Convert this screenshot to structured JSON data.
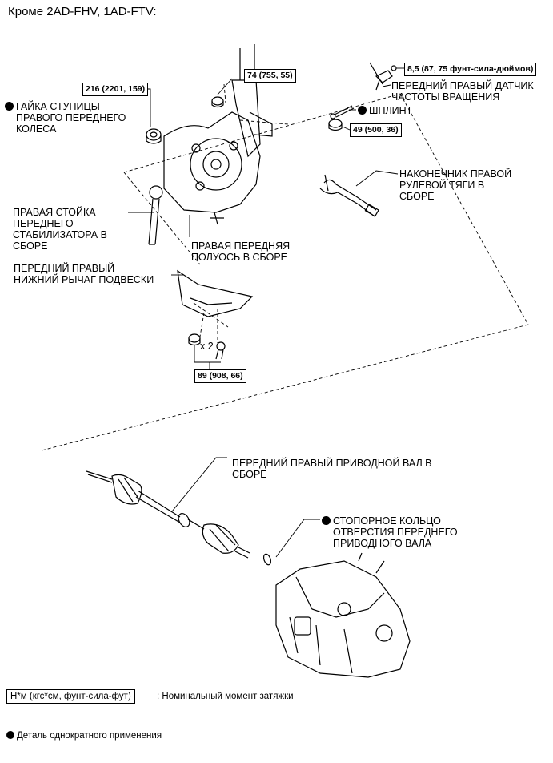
{
  "header": {
    "title": "Кроме 2AD-FHV, 1AD-FTV:"
  },
  "torque": {
    "t216": "216 (2201, 159)",
    "t74": "74 (755, 55)",
    "t85": "8,5 (87, 75 фунт-сила-дюймов)",
    "t49": "49 (500, 36)",
    "t89": "89 (908, 66)"
  },
  "labels": {
    "hub_nut": "ГАЙКА СТУПИЦЫ\nПРАВОГО ПЕРЕДНЕГО\nКОЛЕСА",
    "speed_sensor": "ПЕРЕДНИЙ ПРАВЫЙ ДАТЧИК\nЧАСТОТЫ ВРАЩЕНИЯ",
    "cotter_pin": "ШПЛИНТ",
    "tie_rod_end": "НАКОНЕЧНИК ПРАВОЙ\nРУЛЕВОЙ ТЯГИ В\nСБОРЕ",
    "stabilizer_link": "ПРАВАЯ СТОЙКА\nПЕРЕДНЕГО\nСТАБИЛИЗАТОРА В\nСБОРЕ",
    "axle_assembly": "ПРАВАЯ ПЕРЕДНЯЯ\nПОЛУОСЬ В СБОРЕ",
    "lower_arm": "ПЕРЕДНИЙ ПРАВЫЙ\nНИЖНИЙ РЫЧАГ ПОДВЕСКИ",
    "qty": "x 2",
    "drive_shaft": "ПЕРЕДНИЙ ПРАВЫЙ ПРИВОДНОЙ ВАЛ В\nСБОРЕ",
    "snap_ring": "СТОПОРНОЕ КОЛЬЦО\nОТВЕРСТИЯ ПЕРЕДНЕГО\nПРИВОДНОГО ВАЛА"
  },
  "legend": {
    "unit_box": "Н*м (кгс*см, фунт-сила-фут)",
    "unit_desc": ": Номинальный момент затяжки",
    "single_use": "Деталь однократного применения"
  }
}
